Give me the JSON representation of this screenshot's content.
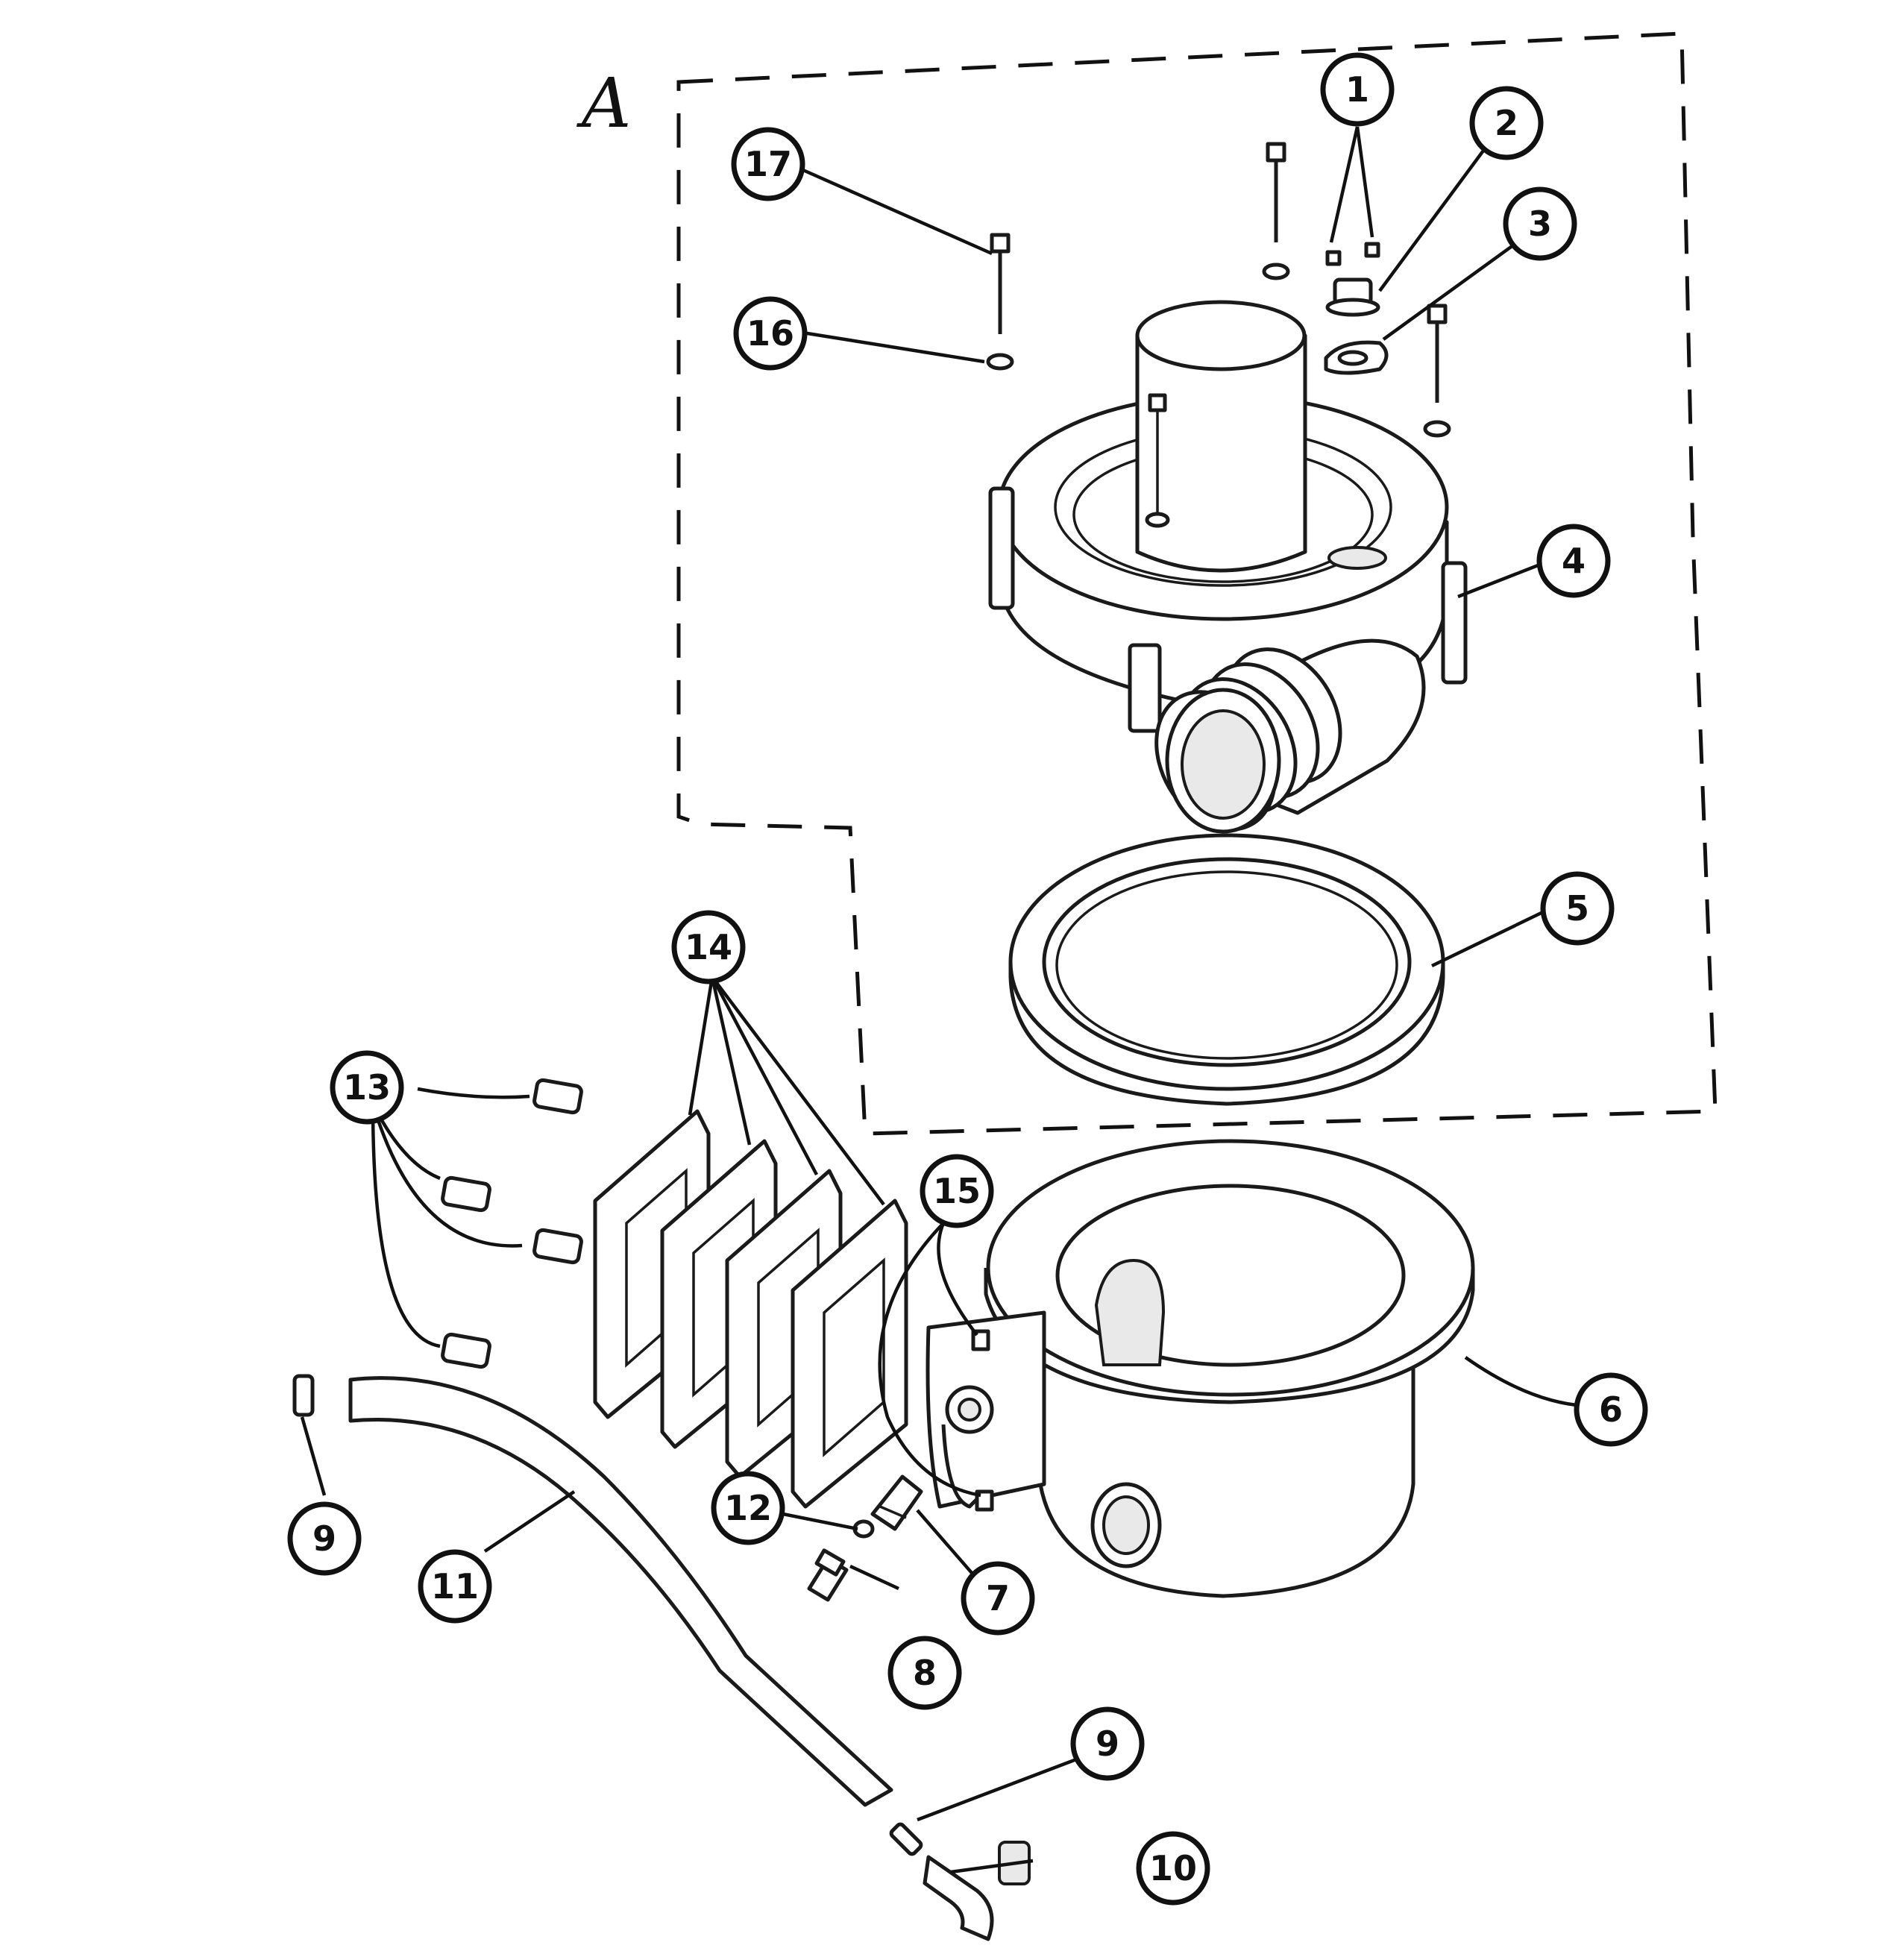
{
  "diagram": {
    "section_label": "A",
    "callouts": [
      {
        "id": "c1",
        "label": "1"
      },
      {
        "id": "c2",
        "label": "2"
      },
      {
        "id": "c3",
        "label": "3"
      },
      {
        "id": "c4",
        "label": "4"
      },
      {
        "id": "c5",
        "label": "5"
      },
      {
        "id": "c6",
        "label": "6"
      },
      {
        "id": "c7",
        "label": "7"
      },
      {
        "id": "c8",
        "label": "8"
      },
      {
        "id": "c9a",
        "label": "9"
      },
      {
        "id": "c9b",
        "label": "9"
      },
      {
        "id": "c10",
        "label": "10"
      },
      {
        "id": "c11",
        "label": "11"
      },
      {
        "id": "c12",
        "label": "12"
      },
      {
        "id": "c13",
        "label": "13"
      },
      {
        "id": "c14",
        "label": "14"
      },
      {
        "id": "c15",
        "label": "15"
      },
      {
        "id": "c16",
        "label": "16"
      },
      {
        "id": "c17",
        "label": "17"
      }
    ]
  }
}
